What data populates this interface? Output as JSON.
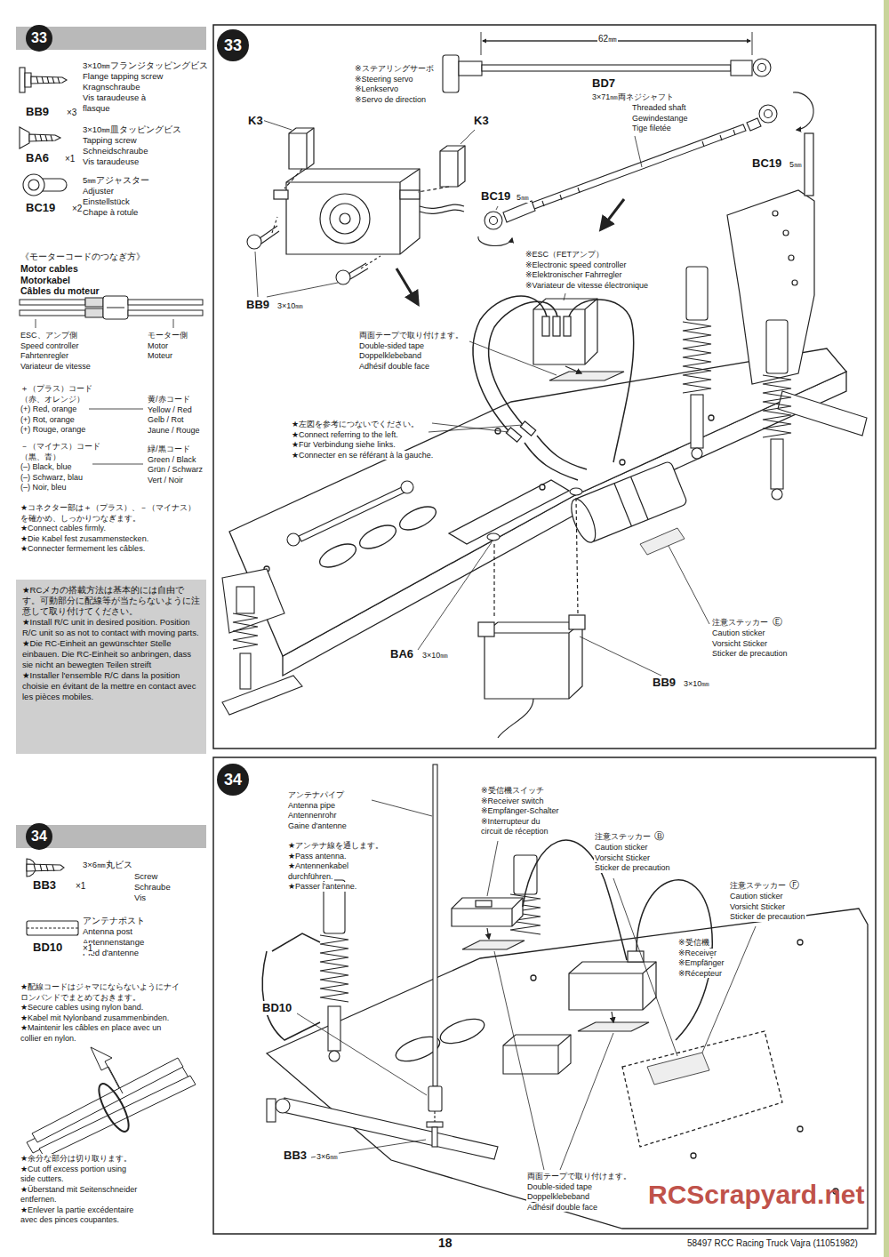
{
  "diagram": {
    "nodes": [
      {
        "text": [
          "33"
        ]
      },
      {
        "text": [
          "33"
        ]
      },
      {
        "text": [
          "★RCメカの搭載方法は基本的には自由です。可動部分に配線等が当たらないように注意して取り付けてください。",
          "★Install R/C unit in desired position. Position R/C unit so as not to contact with moving parts.",
          "★Die RC-Einheit an gewünschter Stelle einbauen. Die RC-Einheit so anbringen, dass sie nicht an bewegten Teilen streift",
          "★Installer l'ensemble R/C dans la position choisie en évitant de la mettre en contact avec les pièces mobiles."
        ]
      },
      {
        "text": [
          "34"
        ]
      },
      {
        "text": [
          "34"
        ]
      }
    ],
    "labels": [
      "3×10㎜フランジタッピングビス",
      "Flange tapping screw",
      "Kragnschraube",
      "Vis taraudeuse à",
      "flasque",
      "BB9",
      "×3",
      "3×10㎜皿タッピングビス",
      "Tapping screw",
      "Schneidschraube",
      "Vis taraudeuse",
      "BA6",
      "×1",
      "5㎜アジャスター",
      "Adjuster",
      "Einstellstück",
      "Chape à rotule",
      "BC19",
      "×2",
      "《モーターコードのつなぎ方》",
      "Motor cables",
      "Motorkabel",
      "Câbles du moteur",
      "ESC、アンプ側",
      "Speed controller",
      "Fahrtenregler",
      "Variateur de vitesse",
      "モーター側",
      "Motor",
      "Moteur",
      "＋（プラス）コード",
      "（赤、オレンジ）",
      "(+) Red, orange",
      "(+) Rot, orange",
      "(+) Rouge, orange",
      "黄/赤コード",
      "Yellow / Red",
      "Gelb / Rot",
      "Jaune / Rouge",
      "－（マイナス）コード",
      "（黒、青）",
      "(–) Black, blue",
      "(–) Schwarz, blau",
      "(–) Noir, bleu",
      "緑/黒コード",
      "Green / Black",
      "Grün / Schwarz",
      "Vert / Noir",
      "★コネクター部は＋（プラス）、－（マイナス）",
      "を確かめ、しっかりつなぎます。",
      "★Connect cables firmly.",
      "★Die Kabel fest zusammenstecken.",
      "★Connecter fermement les câbles.",
      "3×6㎜丸ビス",
      "Screw",
      "Schraube",
      "Vis",
      "BB3",
      "×1",
      "アンテナポスト",
      "Antenna post",
      "Antennenstange",
      "Pied d'antenne",
      "BD10",
      "×1",
      "★配線コードはジャマにならないようにナイ",
      "ロンバンドでまとめておきます。",
      "★Secure cables using nylon band.",
      "★Kabel mit Nylonband zusammenbinden.",
      "★Maintenir les câbles en place avec un",
      "collier en nylon.",
      "★余分な部分は切り取ります。",
      "★Cut off excess portion using",
      "side cutters.",
      "★Überstand mit Seitenschneider",
      "entfernen.",
      "★Enlever la partie excédentaire",
      "avec des pinces coupantes.",
      "62㎜",
      "BD7",
      "3×71㎜両ネジシャフト",
      "Threaded shaft",
      "Gewindestange",
      "Tige filetée",
      "BC19",
      "5㎜",
      "BC19",
      "5㎜",
      "※ステアリングサーボ",
      "※Steering servo",
      "※Lenkservo",
      "※Servo de direction",
      "K3",
      "K3",
      "BB9",
      "3×10㎜",
      "※ESC（FETアンプ）",
      "※Electronic speed controller",
      "※Elektronischer Fahrregler",
      "※Variateur de vitesse électronique",
      "両面テープで取り付けます。",
      "Double-sided tape",
      "Doppelklebeband",
      "Adhésif double face",
      "★左図を参考につないでください。",
      "★Connect referring to the left.",
      "★Für Verbindung siehe links.",
      "★Connecter en se référant à la gauche.",
      "注意ステッカー",
      "Ⓔ",
      "Caution sticker",
      "Vorsicht Sticker",
      "Sticker de precaution",
      "BA6",
      "3×10㎜",
      "BB9",
      "3×10㎜",
      "アンテナパイプ",
      "Antenna pipe",
      "Antennenrohr",
      "Gaine d'antenne",
      "★アンテナ線を通します。",
      "★Pass antenna.",
      "★Antennenkabel",
      "durchführen.",
      "★Passer l'antenne.",
      "※受信機スイッチ",
      "※Receiver switch",
      "※Empfänger-Schalter",
      "※Interrupteur du",
      "circuit de réception",
      "注意ステッカー",
      "Ⓑ",
      "Caution sticker",
      "Vorsicht Sticker",
      "Sticker de precaution",
      "注意ステッカー",
      "Ⓕ",
      "Caution sticker",
      "Vorsicht Sticker",
      "Sticker de precaution",
      "※受信機",
      "※Receiver",
      "※Empfänger",
      "※Récepteur",
      "BD10",
      "BB3",
      "3×6㎜",
      "両面テープで取り付けます。",
      "Double-sided tape",
      "Doppelklebeband",
      "Adhésif double face",
      "18",
      "58497 RCC Racing Truck Vajra (11051982)",
      "RCScrapyard.net"
    ]
  }
}
